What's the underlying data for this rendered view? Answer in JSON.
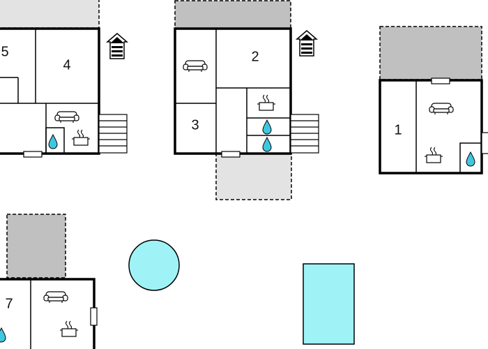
{
  "rooms": {
    "r1": "1",
    "r2": "2",
    "r3": "3",
    "r4": "4",
    "r5": "5",
    "r7": "7"
  },
  "icons": [
    "sofa-icon",
    "cooking-pot-icon",
    "water-drop-icon",
    "house-icon",
    "stairs-icon",
    "window-icon",
    "pool-icon"
  ],
  "colors": {
    "terrace_dark": "#c0c0c0",
    "terrace_light": "#e3e3e3",
    "pool": "#9ff3f6",
    "water": "#3fc7e0",
    "wall": "#000000"
  }
}
